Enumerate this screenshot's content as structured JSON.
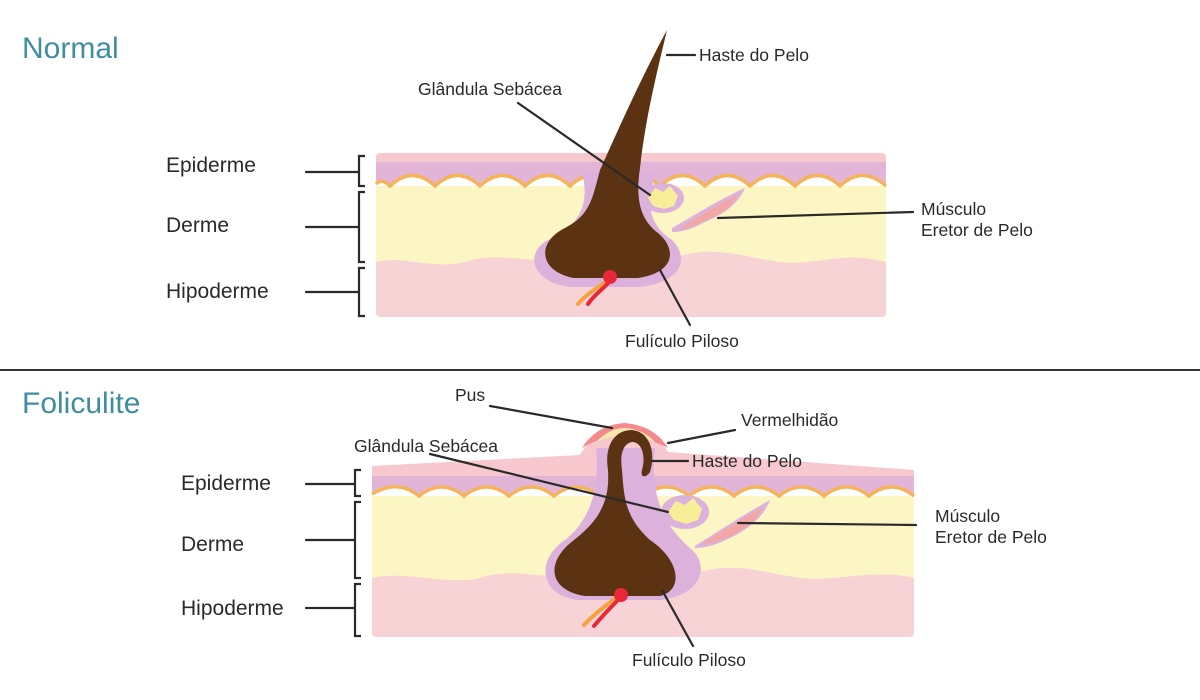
{
  "colors": {
    "title": "#3f8ea0",
    "epidermis_top": "#f7c9ce",
    "epidermis": "#e2b5d8",
    "basal_line": "#f5b35a",
    "dermis": "#fbf6c4",
    "hypodermis": "#f7d3d6",
    "hair": "#5b3212",
    "follicle_sheath": "#dcb1dc",
    "gland": "#f7ef98",
    "muscle": "#f2a7a5",
    "blood": "#e8283a",
    "pus": "#f6e7b0",
    "redness": "#f58a8c"
  },
  "normal": {
    "title": "Normal",
    "layers": {
      "epidermis": "Epiderme",
      "dermis": "Derme",
      "hypodermis": "Hipoderme"
    },
    "labels": {
      "hair_shaft": "Haste do Pelo",
      "sebaceous_gland": "Glândula Sebácea",
      "muscle_line1": "Músculo",
      "muscle_line2": "Eretor de Pelo",
      "follicle": "Fulículo Piloso"
    }
  },
  "folliculitis": {
    "title": "Foliculite",
    "layers": {
      "epidermis": "Epiderme",
      "dermis": "Derme",
      "hypodermis": "Hipoderme"
    },
    "labels": {
      "pus": "Pus",
      "redness": "Vermelhidão",
      "sebaceous_gland": "Glândula Sebácea",
      "hair_shaft": "Haste do Pelo",
      "muscle_line1": "Músculo",
      "muscle_line2": "Eretor de Pelo",
      "follicle": "Fulículo Piloso"
    }
  }
}
